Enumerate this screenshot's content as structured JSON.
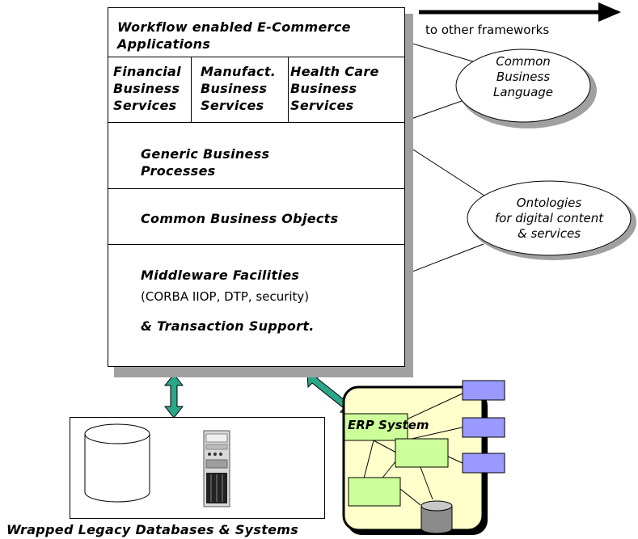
{
  "stack": {
    "top_title": "Workflow enabled E-Commerce Applications",
    "services": [
      {
        "line1": "Financial",
        "line2": "Business",
        "line3": "Services"
      },
      {
        "line1": "Manufact.",
        "line2": "Business",
        "line3": "Services"
      },
      {
        "line1": "Health Care",
        "line2": "Business",
        "line3": "Services"
      }
    ],
    "generic_processes": "Generic Business Processes",
    "common_objects": "Common Business Objects",
    "middleware_title": "Middleware Facilities",
    "middleware_detail": "(CORBA IIOP, DTP, security)",
    "transaction_support": "& Transaction Support."
  },
  "arrow_label": "to other frameworks",
  "ellipses": {
    "common_language": [
      "Common",
      "Business",
      "Language"
    ],
    "ontologies": [
      "Ontologies",
      "for digital content",
      "& services"
    ]
  },
  "legacy_label": "Wrapped Legacy Databases & Systems",
  "erp_label": "ERP System",
  "colors": {
    "connector_arrow": "#2aa68a",
    "erp_box_fill": "#ccff99",
    "erp_panel_fill": "#ffffcc",
    "side_box_fill": "#9999ff",
    "shadow": "#a0a0a0"
  }
}
